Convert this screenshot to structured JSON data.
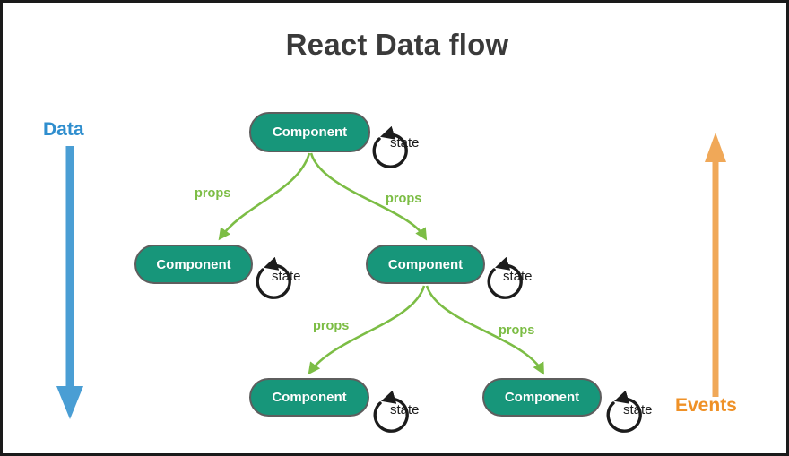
{
  "diagram": {
    "title": "React Data flow",
    "colors": {
      "node_fill": "#17967a",
      "node_border": "#5e5e5e",
      "node_text": "#ffffff",
      "props_arrow": "#7cbd45",
      "state_arrow": "#1c1c1c",
      "data_arrow": "#4a9ed4",
      "data_text": "#2f8ece",
      "events_arrow": "#f0a858",
      "events_text": "#ef9127",
      "title_text": "#3a3a3a",
      "border": "#1a1a1a",
      "background": "#ffffff"
    },
    "side_labels": {
      "left": "Data",
      "right": "Events"
    },
    "nodes": [
      {
        "id": "root",
        "label": "Component",
        "state_label": "state"
      },
      {
        "id": "child-left",
        "label": "Component",
        "state_label": "state"
      },
      {
        "id": "child-right",
        "label": "Component",
        "state_label": "state"
      },
      {
        "id": "grand-left",
        "label": "Component",
        "state_label": "state"
      },
      {
        "id": "grand-right",
        "label": "Component",
        "state_label": "state"
      }
    ],
    "edges": [
      {
        "from": "root",
        "to": "child-left",
        "label": "props"
      },
      {
        "from": "root",
        "to": "child-right",
        "label": "props"
      },
      {
        "from": "child-right",
        "to": "grand-left",
        "label": "props"
      },
      {
        "from": "child-right",
        "to": "grand-right",
        "label": "props"
      }
    ]
  }
}
